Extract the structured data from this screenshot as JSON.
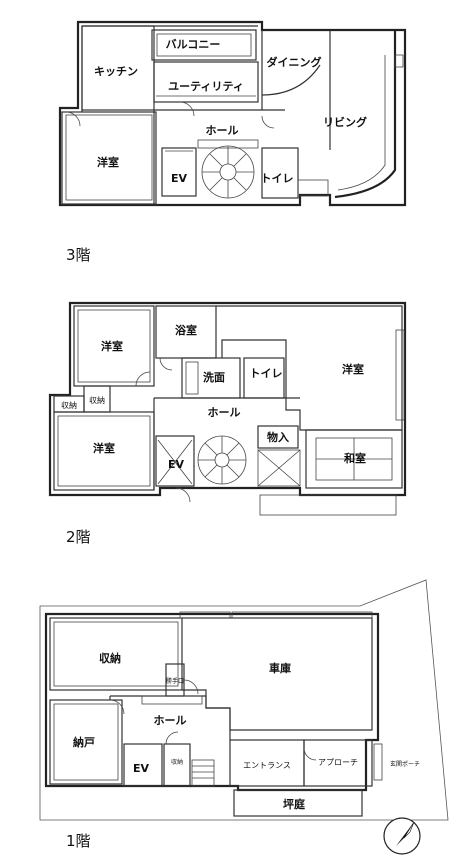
{
  "floors": {
    "f3": {
      "label": "3階",
      "rooms": {
        "balcony": "バルコニー",
        "kitchen": "キッチン",
        "utility": "ユーティリティ",
        "dining": "ダイニング",
        "hall": "ホール",
        "living": "リビング",
        "western": "洋室",
        "ev": "EV",
        "toilet": "トイレ"
      }
    },
    "f2": {
      "label": "2階",
      "rooms": {
        "western_top": "洋室",
        "bath": "浴室",
        "wash": "洗面",
        "toilet": "トイレ",
        "western_right": "洋室",
        "storage": "収納",
        "closet": "収納",
        "hall": "ホール",
        "storeroom": "物入",
        "western_bottom": "洋室",
        "ev": "EV",
        "japanese": "和室"
      }
    },
    "f1": {
      "label": "1階",
      "rooms": {
        "storage": "収納",
        "garage": "車庫",
        "service_door": "勝手口",
        "hall": "ホール",
        "closet_room": "納戸",
        "ev": "EV",
        "storage_small": "収納",
        "entrance": "エントランス",
        "approach": "アプローチ",
        "porch": "玄関ポーチ",
        "garden": "坪庭"
      }
    }
  },
  "compass_icon": "north-arrow-icon"
}
